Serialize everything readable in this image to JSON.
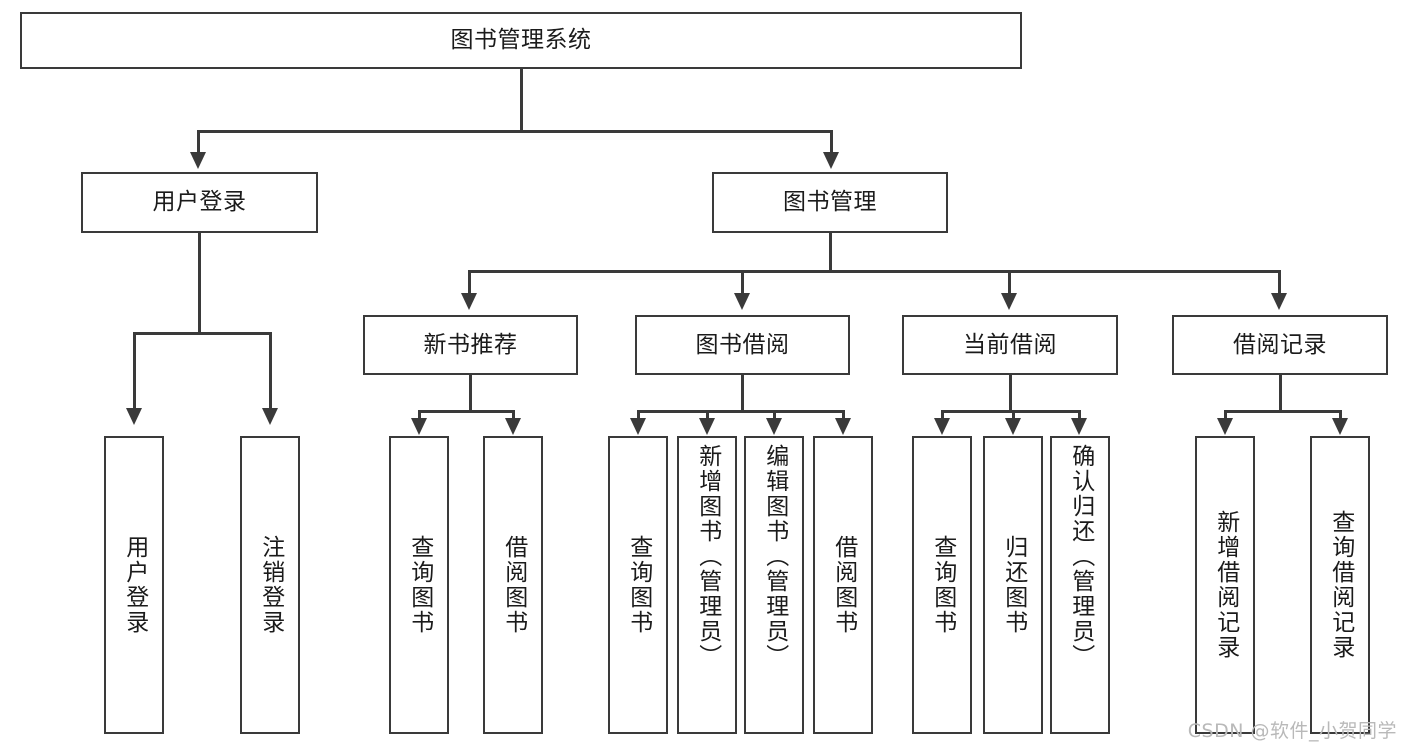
{
  "diagram": {
    "title": "图书管理系统",
    "type": "功能结构图",
    "colors": {
      "background": "#ffffff",
      "stroke": "#3a3a3a",
      "text": "#1b1b1b",
      "watermark": "#b9b9b9"
    }
  },
  "root": {
    "label": "图书管理系统"
  },
  "level1": [
    {
      "label": "用户登录"
    },
    {
      "label": "图书管理"
    }
  ],
  "level2": [
    {
      "label": "新书推荐"
    },
    {
      "label": "图书借阅"
    },
    {
      "label": "当前借阅"
    },
    {
      "label": "借阅记录"
    }
  ],
  "leaves": {
    "user_login": [
      {
        "label": "用户登录"
      },
      {
        "label": "注销登录"
      }
    ],
    "new_book_recommend": [
      {
        "label": "查询图书"
      },
      {
        "label": "借阅图书"
      }
    ],
    "book_borrow": [
      {
        "label": "查询图书"
      },
      {
        "label": "新增图书（管理员）"
      },
      {
        "label": "编辑图书（管理员）"
      },
      {
        "label": "借阅图书"
      }
    ],
    "current_borrow": [
      {
        "label": "查询图书"
      },
      {
        "label": "归还图书"
      },
      {
        "label": "确认归还（管理员）"
      }
    ],
    "borrow_record": [
      {
        "label": "新增借阅记录"
      },
      {
        "label": "查询借阅记录"
      }
    ]
  },
  "watermark": {
    "text": "CSDN @软件_小贺同学"
  }
}
